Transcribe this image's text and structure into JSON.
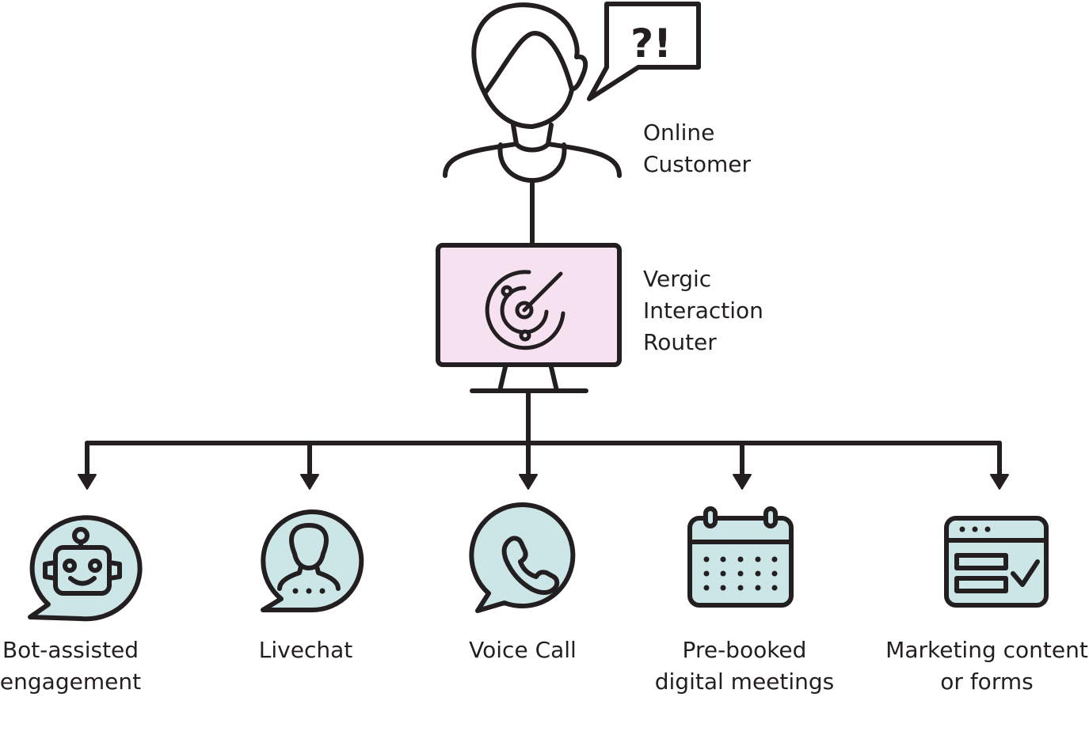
{
  "bubble_text": "?!",
  "customer": {
    "label_lines": [
      "Online",
      "Customer"
    ]
  },
  "router": {
    "label_lines": [
      "Vergic",
      "Interaction",
      "Router"
    ]
  },
  "channels": [
    {
      "icon": "chatbot-icon",
      "label_lines": [
        "Bot-assisted",
        "engagement"
      ]
    },
    {
      "icon": "livechat-agent-icon",
      "label_lines": [
        "Livechat"
      ]
    },
    {
      "icon": "phone-chat-icon",
      "label_lines": [
        "Voice Call"
      ]
    },
    {
      "icon": "calendar-icon",
      "label_lines": [
        "Pre-booked",
        "digital meetings"
      ]
    },
    {
      "icon": "web-form-icon",
      "label_lines": [
        "Marketing content",
        "or forms"
      ]
    }
  ],
  "colors": {
    "stroke": "#231f20",
    "router_fill": "#f6e1f0",
    "channel_fill": "#cce6e8"
  }
}
